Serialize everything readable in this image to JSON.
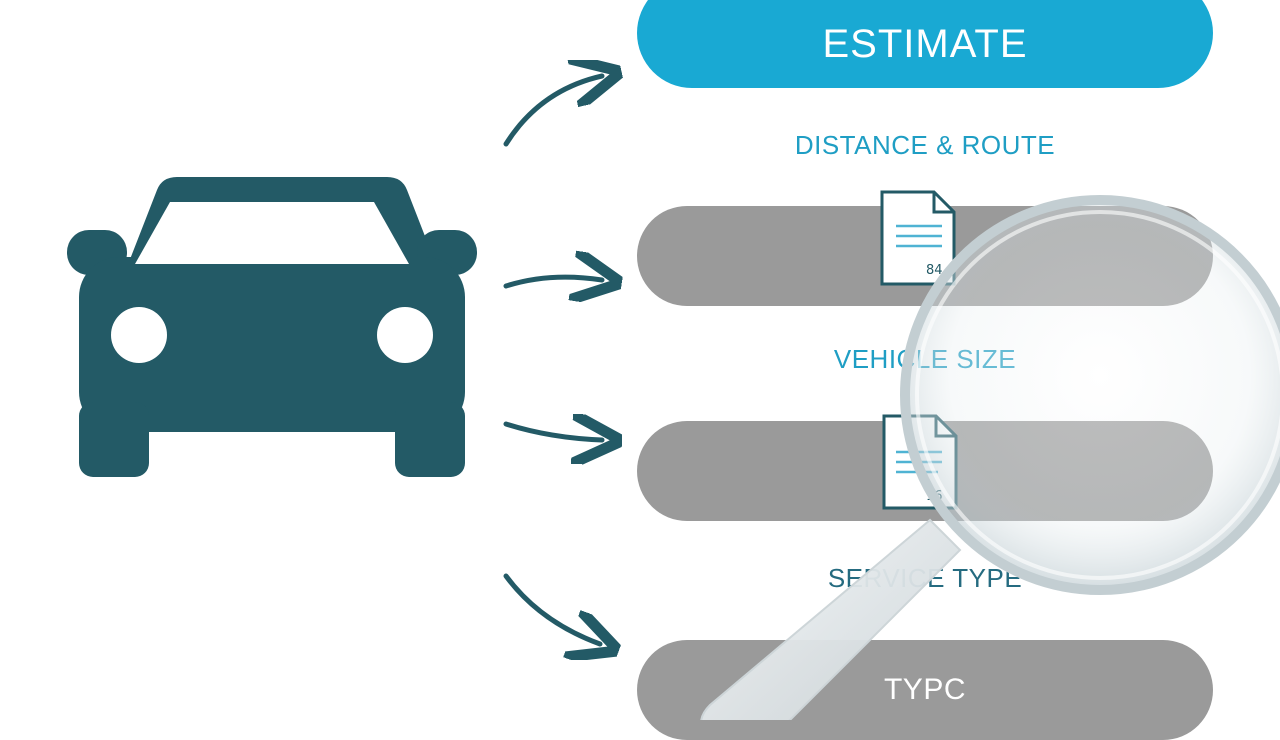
{
  "header": {
    "title": "ESTIMATE"
  },
  "factors": [
    {
      "label": "DISTANCE & ROUTE",
      "doc_number": "84"
    },
    {
      "label": "VEHICLE SIZE",
      "doc_number": "16"
    },
    {
      "label": "SERVICE TYPE"
    }
  ],
  "bottom_bar": {
    "text": "TYPC"
  },
  "colors": {
    "accent": "#19a9d3",
    "label": "#1f9ec4",
    "car": "#235a66",
    "arrow": "#235a66",
    "bar": "#9a9a9a"
  },
  "icons": {
    "car": "car-front-icon",
    "document": "document-icon",
    "magnifier": "magnifying-glass-icon",
    "arrow": "curved-arrow-icon"
  }
}
